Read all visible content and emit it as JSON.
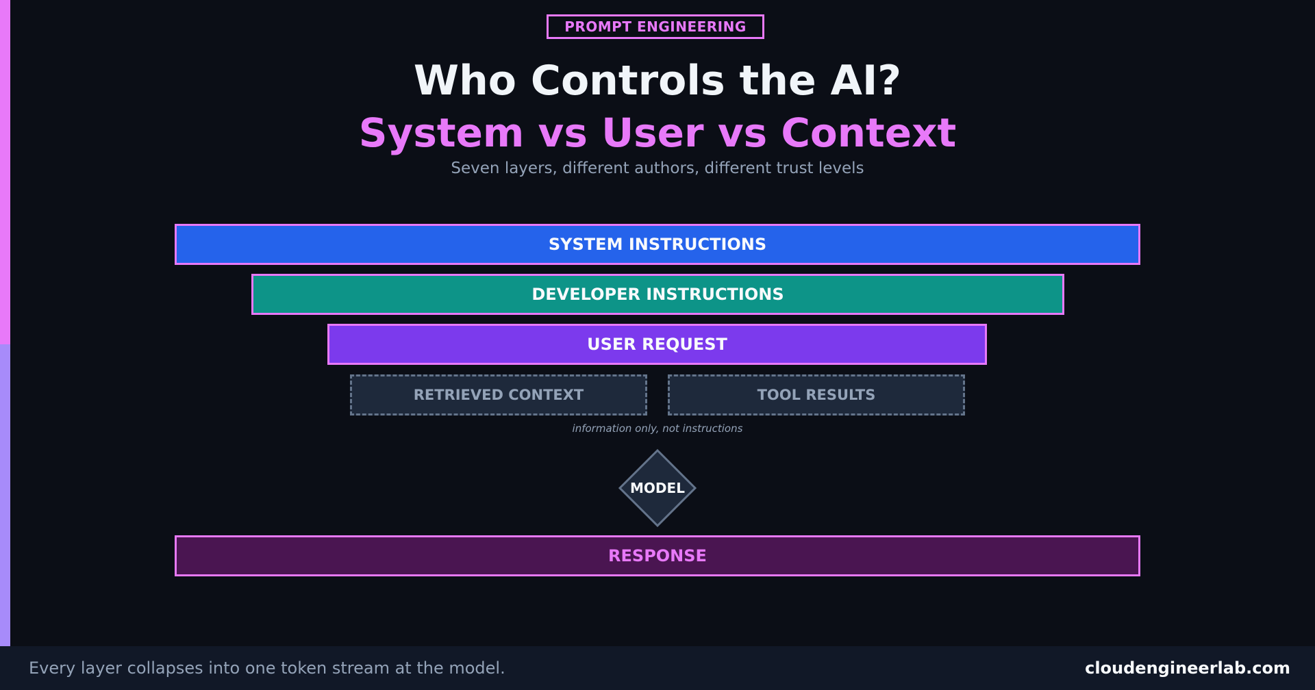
{
  "badge": {
    "label": "PROMPT ENGINEERING"
  },
  "header": {
    "title": "Who Controls the AI?",
    "subtitle": "System vs User vs Context",
    "tagline": "Seven layers, different authors, different trust levels"
  },
  "layers": {
    "system": "SYSTEM INSTRUCTIONS",
    "developer": "DEVELOPER INSTRUCTIONS",
    "user": "USER REQUEST",
    "retrieved": "RETRIEVED CONTEXT",
    "tools": "TOOL RESULTS",
    "context_note": "information only, not instructions",
    "model": "MODEL",
    "response": "RESPONSE"
  },
  "footer": {
    "note": "Every layer collapses into one token stream at the model.",
    "brand": "cloudengineerlab.com"
  },
  "colors": {
    "accent": "#e879f9",
    "accent_secondary": "#a78bfa",
    "system": "#2563eb",
    "developer": "#0d9488",
    "user": "#7c3aed",
    "context": "#1e293b",
    "response": "#4a1551",
    "background": "#0b0e16"
  }
}
